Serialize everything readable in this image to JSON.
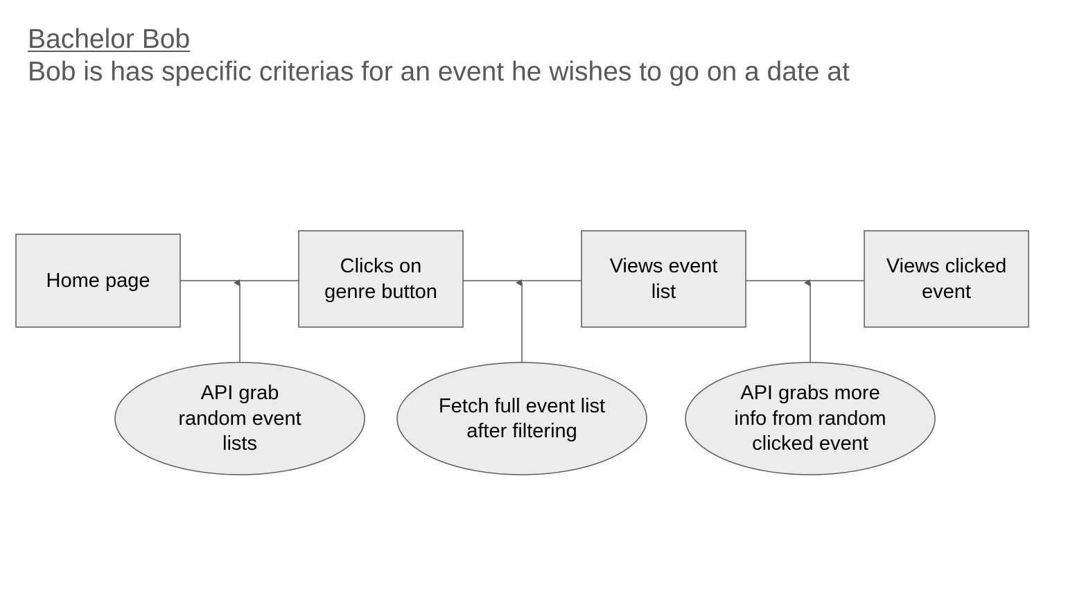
{
  "header": {
    "title": "Bachelor Bob",
    "subtitle": "Bob is has specific criterias for an event he wishes to go on a date at"
  },
  "colors": {
    "text": "#595959",
    "shape_fill": "#ececec",
    "shape_stroke": "#595959",
    "connector": "#595959"
  },
  "steps": [
    {
      "label": "Home page"
    },
    {
      "label": "Clicks on genre button"
    },
    {
      "label": "Views event list"
    },
    {
      "label": "Views clicked event"
    }
  ],
  "processes": [
    {
      "label": "API grab random event lists"
    },
    {
      "label": "Fetch full event list after filtering"
    },
    {
      "label": "API grabs more info from random clicked event"
    }
  ]
}
